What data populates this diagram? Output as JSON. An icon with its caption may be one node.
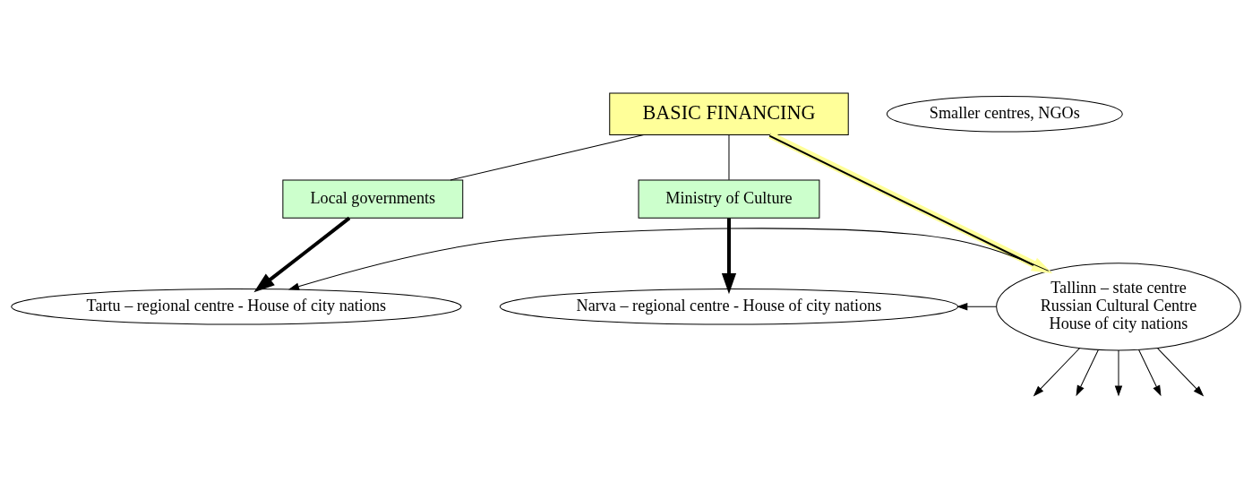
{
  "diagram": {
    "nodes": [
      {
        "text": [
          "BASIC FINANCING"
        ]
      },
      {
        "text": [
          "Local governments"
        ]
      },
      {
        "text": [
          "Ministry of Culture"
        ]
      },
      {
        "text": [
          "Tartu – regional centre - House of city nations"
        ]
      },
      {
        "text": [
          "Tallinn – state centre",
          "Russian Cultural Centre",
          "House of city nations"
        ]
      },
      {
        "text": [
          "Narva – regional centre - House of city nations"
        ]
      },
      {
        "text": [
          "Smaller centres, NGOs"
        ]
      }
    ],
    "edges": [
      {
        "from": 0,
        "to": 1,
        "arrow": "none"
      },
      {
        "from": 0,
        "to": 2,
        "arrow": "none"
      },
      {
        "from": 0,
        "to": 4,
        "arrow": "to",
        "style": "thick",
        "color": "#ffff99"
      },
      {
        "from": 1,
        "to": 3,
        "arrow": "to",
        "style": "thick"
      },
      {
        "from": 2,
        "to": 5,
        "arrow": "to",
        "style": "thick"
      },
      {
        "from": 4,
        "to": 3,
        "arrow": "to"
      },
      {
        "from": 4,
        "to": 5,
        "arrow": "to"
      },
      {
        "from": 4,
        "to": null,
        "arrow": "to"
      },
      {
        "from": 4,
        "to": null,
        "arrow": "to"
      },
      {
        "from": 4,
        "to": null,
        "arrow": "to"
      },
      {
        "from": 4,
        "to": null,
        "arrow": "to"
      },
      {
        "from": 4,
        "to": null,
        "arrow": "to"
      }
    ]
  }
}
